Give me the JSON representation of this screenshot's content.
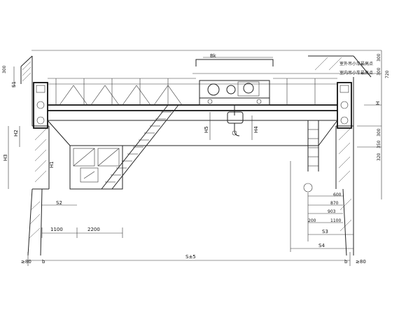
{
  "dimensions": {
    "d300_top_left": "300",
    "s1": "S1",
    "s2": "S2",
    "s3": "S3",
    "s4": "S4",
    "h1": "H1",
    "h2": "H2",
    "h3": "H3",
    "h4": "H4",
    "h5": "H5",
    "h": "H",
    "bk": "Bk",
    "d1100_left": "1100",
    "d2200": "2200",
    "span": "S±5",
    "d80_left": "≥80",
    "d80_right": "≥80",
    "b_left": "b",
    "b_right": "b",
    "d300_right": "300",
    "d350": "350",
    "d320": "320",
    "d600": "600",
    "d870": "870",
    "d903": "903",
    "d1100_right": "1100",
    "d200": "200",
    "d300_rt1": "300",
    "d300_rt2": "300",
    "d720": "720",
    "note1": "室外吊小车最高点",
    "note2": "室内吊小车最高点"
  }
}
